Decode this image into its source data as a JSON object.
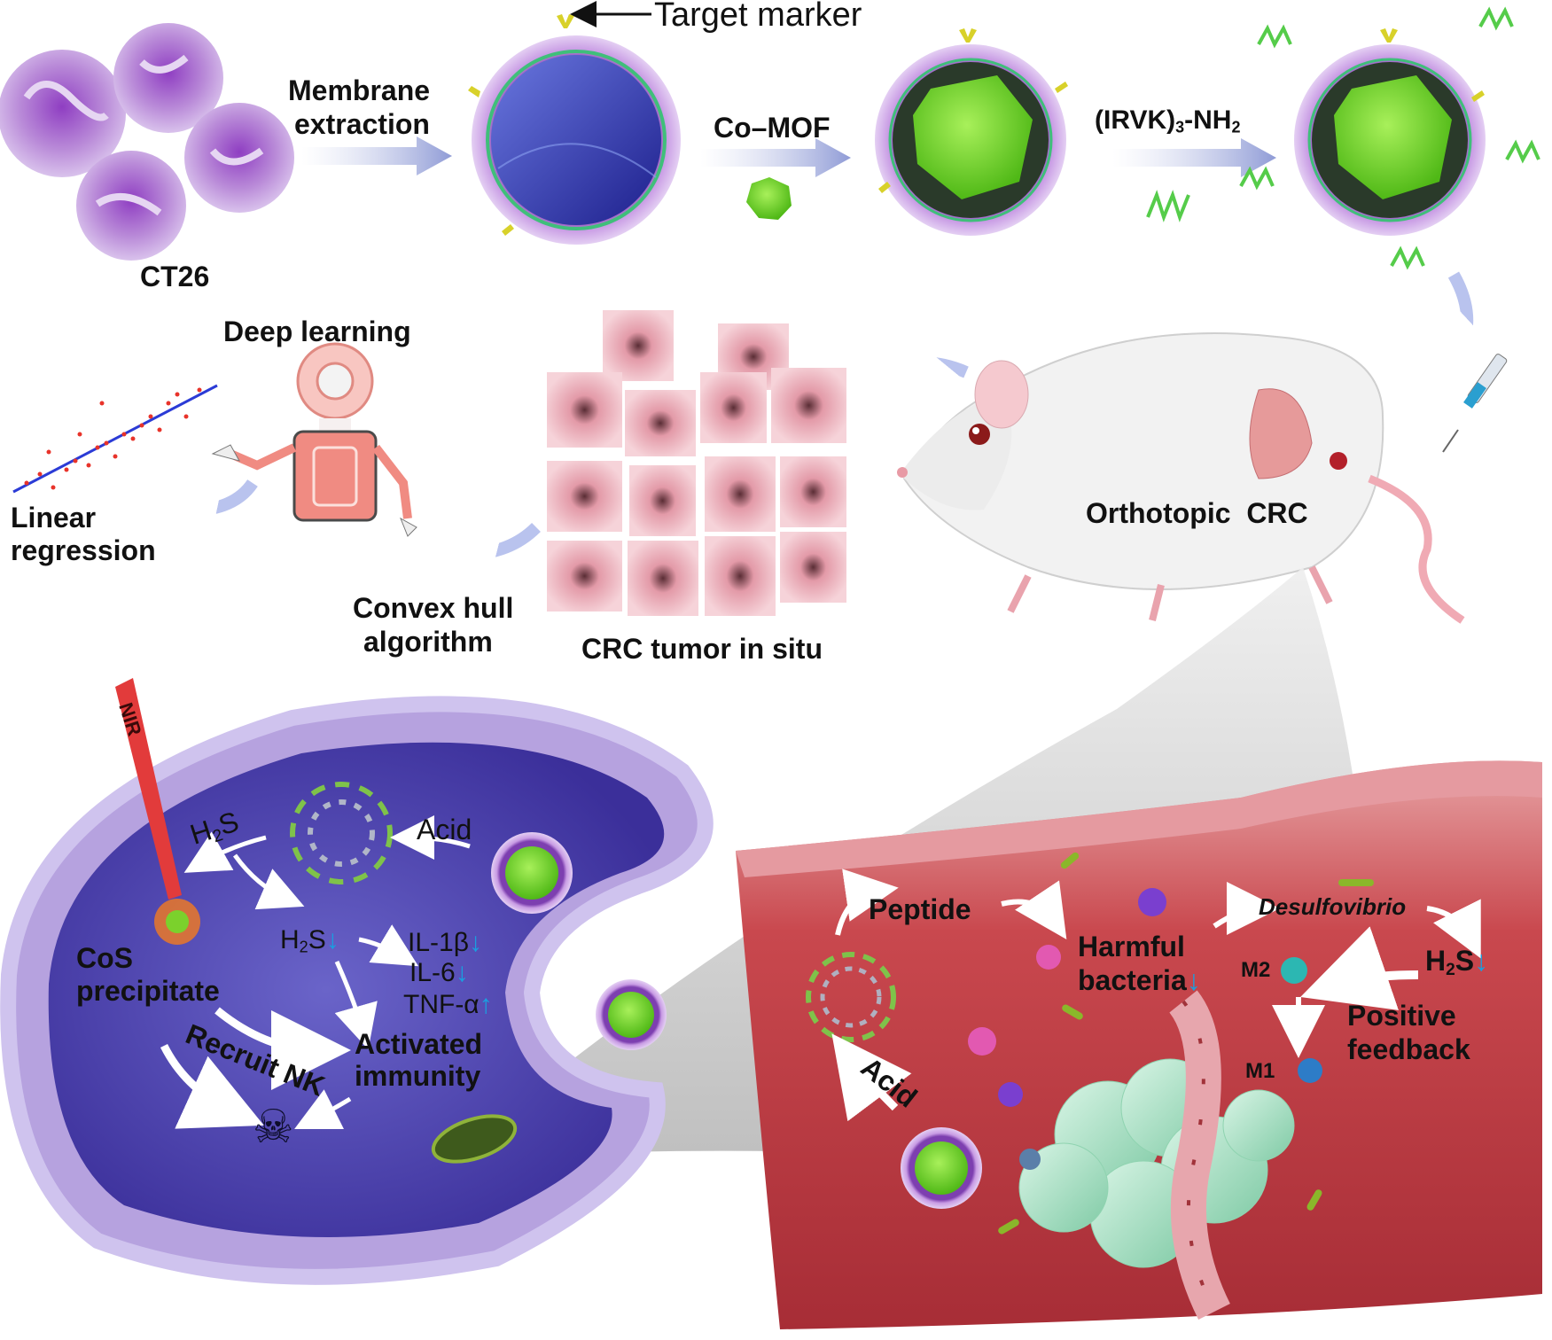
{
  "labels": {
    "target_marker": "Target marker",
    "membrane_extraction_1": "Membrane",
    "membrane_extraction_2": "extraction",
    "ct26": "CT26",
    "co_mof": "Co–MOF",
    "irvk_pre": "(IRVK)",
    "irvk_sub3": "3",
    "irvk_nh": "-NH",
    "irvk_sub2": "2",
    "deep_learning": "Deep learning",
    "linear_regression_1": "Linear",
    "linear_regression_2": "regression",
    "convex_hull_1": "Convex hull",
    "convex_hull_2": "algorithm",
    "crc_tumor": "CRC tumor in situ",
    "orthotopic_crc": "Orthotopic  CRC",
    "nir": "NIR",
    "h2s_top": "H",
    "h2s_top_sub": "2",
    "h2s_top_s": "S",
    "acid_cell": "Acid",
    "h2s_mid": "H",
    "h2s_mid_sub": "2",
    "h2s_mid_s": "S",
    "il1b": "IL-1β",
    "il6": "IL-6",
    "tnfa": "TNF-α",
    "cos_1": "CoS",
    "cos_2": "precipitate",
    "recruit_nk": "Recruit NK",
    "activated_1": "Activated",
    "activated_2": "immunity",
    "skull": "☠",
    "peptide": "Peptide",
    "harmful_1": "Harmful",
    "harmful_2": "bacteria",
    "desulfovibrio": "Desulfovibrio",
    "m2": "M2",
    "m1": "M1",
    "h2s_gut": "H",
    "h2s_gut_sub": "2",
    "h2s_gut_s": "S",
    "positive_1": "Positive",
    "positive_2": "feedback",
    "acid_gut": "Acid",
    "down_arrow": "↓",
    "up_arrow": "↑"
  },
  "colors": {
    "membrane_purple": "#c49be0",
    "core_green": "#6ad61e",
    "cytoplasm_blue": "#5a4fb8",
    "gut_red": "#c9484e",
    "arrow_blue": "#aeb9e6",
    "text": "#111111",
    "indicator_blue": "#1a9fe0"
  }
}
